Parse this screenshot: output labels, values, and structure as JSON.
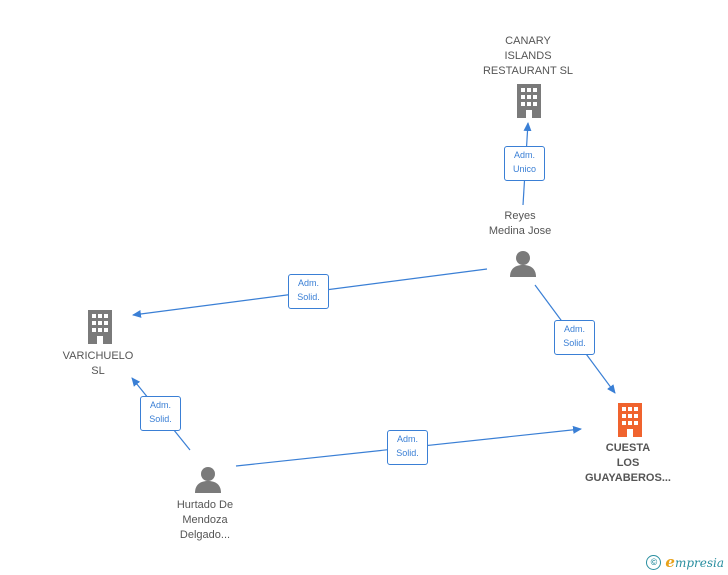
{
  "nodes": {
    "canary": {
      "label": "CANARY\nISLANDS\nRESTAURANT SL",
      "type": "company"
    },
    "reyes": {
      "label": "Reyes\nMedina Jose",
      "type": "person"
    },
    "varichuelo": {
      "label": "VARICHUELO\nSL",
      "type": "company"
    },
    "cuesta": {
      "label": "CUESTA\nLOS\nGUAYABEROS...",
      "type": "company-focus"
    },
    "hurtado": {
      "label": "Hurtado De\nMendoza\nDelgado...",
      "type": "person"
    }
  },
  "edges": {
    "reyes_canary": "Adm.\nUnico",
    "reyes_varichuelo": "Adm.\nSolid.",
    "reyes_cuesta": "Adm.\nSolid.",
    "hurtado_varichuelo": "Adm.\nSolid.",
    "hurtado_cuesta": "Adm.\nSolid."
  },
  "colors": {
    "edge": "#3a7fd5",
    "company_icon": "#7a7a7a",
    "focus_icon": "#f0632e",
    "person_icon": "#7a7a7a"
  },
  "footer": {
    "copyright_symbol": "©",
    "brand_first": "e",
    "brand_rest": "mpresia"
  }
}
